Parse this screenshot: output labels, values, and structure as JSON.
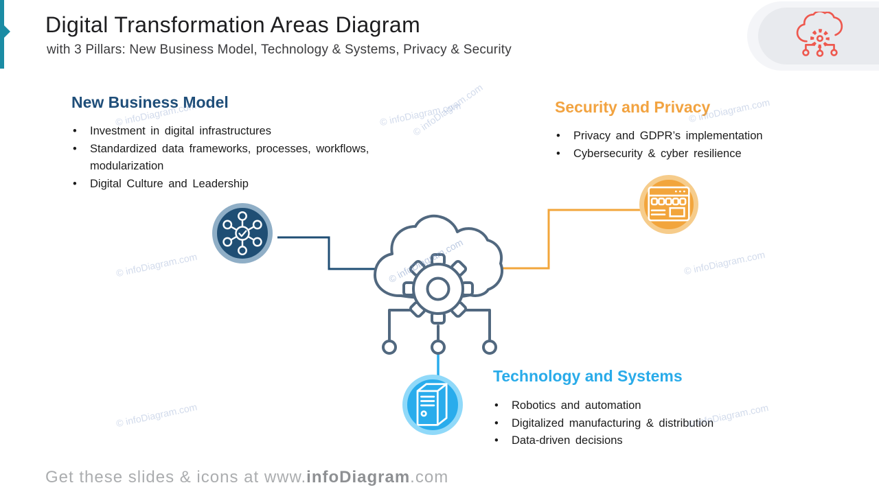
{
  "slide": {
    "title": "Digital Transformation Areas Diagram",
    "subtitle": "with 3 Pillars: New Business Model, Technology & Systems, Privacy & Security",
    "watermark": "© infoDiagram.com",
    "footer": {
      "prefix": "Get these slides & icons at www.",
      "brand": "infoDiagram",
      "suffix": ".com"
    }
  },
  "sections": {
    "new_business_model": {
      "title": "New Business Model",
      "heading_color": "#1F4E79",
      "bullets": [
        "Investment in digital infrastructures",
        "Standardized data frameworks, processes, workflows, modularization",
        "Digital Culture and Leadership"
      ]
    },
    "security_privacy": {
      "title": "Security and Privacy",
      "heading_color": "#F2A340",
      "bullets": [
        "Privacy and GDPR’s implementation",
        "Cybersecurity & cyber resilience"
      ]
    },
    "technology_systems": {
      "title": "Technology and Systems",
      "heading_color": "#29ABE9",
      "bullets": [
        "Robotics and automation",
        "Digitalized manufacturing & distribution",
        "Data-driven decisions"
      ]
    }
  },
  "icons": {
    "header_badge": "cloud-gear-icon",
    "center": "cloud-gear-icon",
    "new_business_model": "hub-network-icon",
    "security_privacy": "browser-window-icon",
    "technology_systems": "server-icon"
  },
  "colors": {
    "accent_teal": "#1B8CA4",
    "navy": "#1F4E74",
    "orange": "#F2A63B",
    "light_blue": "#29ACEC",
    "cloud_outline_slate": "#51687F",
    "badge_icon_red": "#EE584E",
    "footer_gray": "#ABADAF"
  }
}
